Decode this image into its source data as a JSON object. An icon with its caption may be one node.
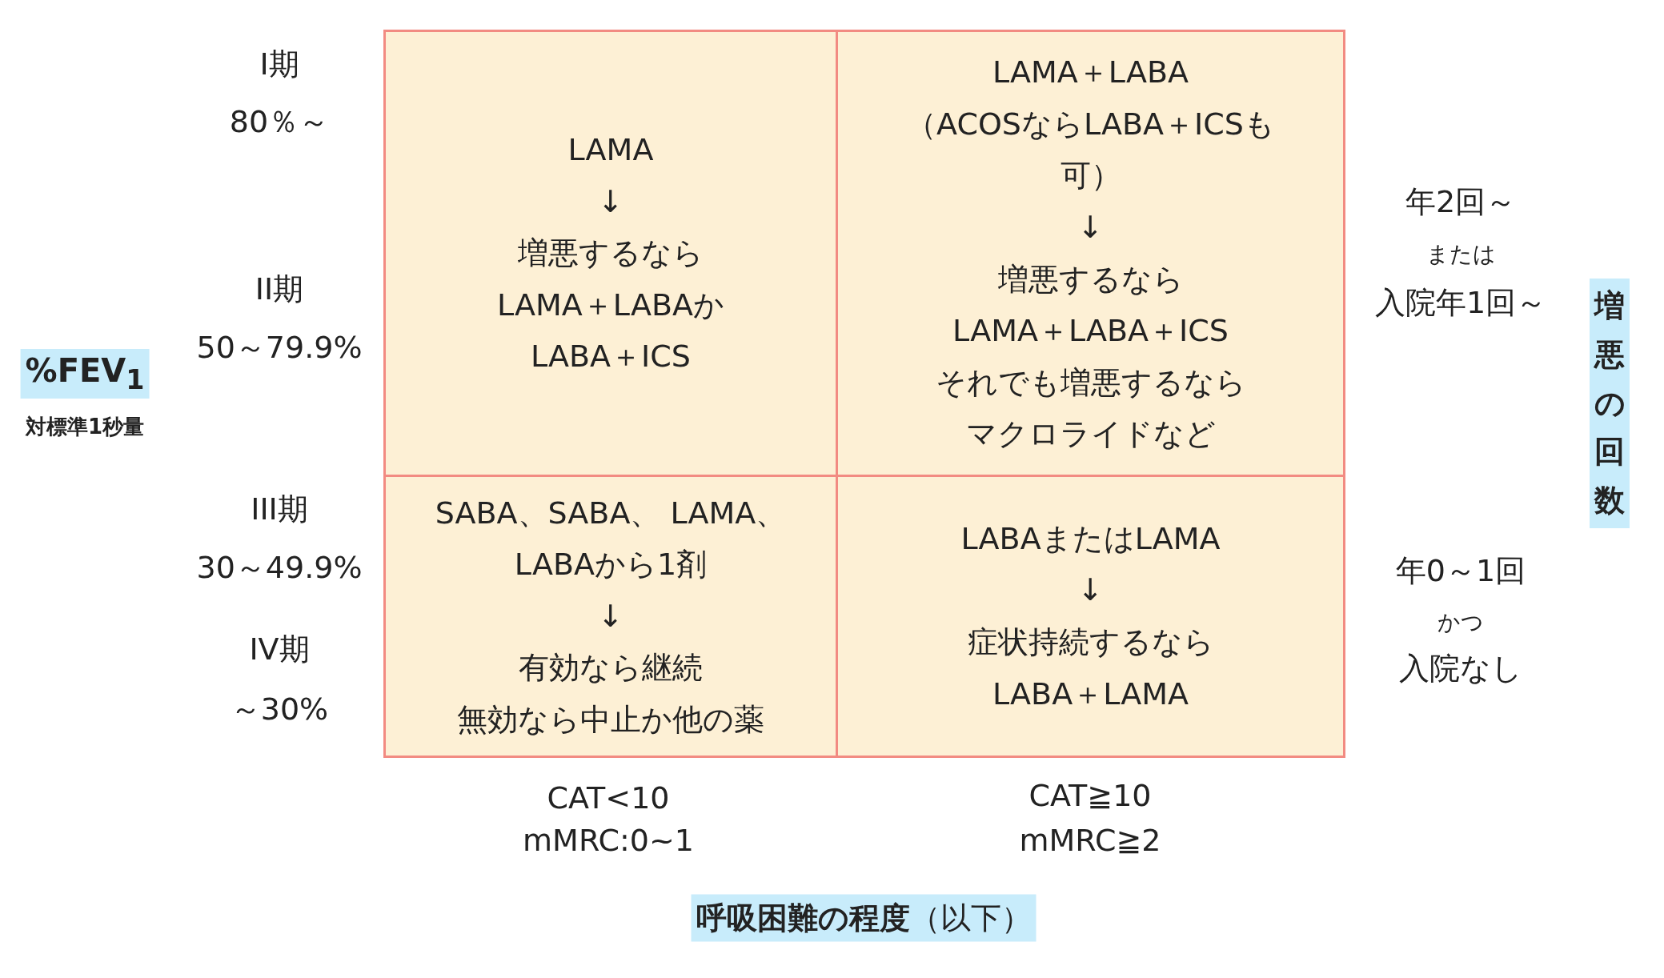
{
  "diagram": {
    "nodes": [
      {
        "text": [
          "LAMA",
          "↓",
          "増悪するなら",
          "LAMA＋LABAか",
          "LABA＋ICS"
        ]
      },
      {
        "text": [
          "LAMA＋LABA",
          "（ACOSならLABA＋ICSも可）",
          "↓",
          "増悪するなら",
          "LAMA＋LABA＋ICS",
          "それでも増悪するなら",
          "マクロライドなど"
        ]
      },
      {
        "text": [
          "SABA、SABA、 LAMA、LABAから1剤",
          "↓",
          "有効なら継続",
          "無効なら中止か他の薬"
        ]
      },
      {
        "text": [
          "LABAまたはLAMA",
          "↓",
          "症状持続するなら",
          "LABA＋LAMA"
        ]
      }
    ],
    "labels": [
      "I期",
      "80％～",
      "II期",
      "50～79.9%",
      "III期",
      "30～49.9%",
      "IV期",
      "～30%",
      "%FEV$_{1}$",
      "対標準1秒量",
      "年2回～",
      "または",
      "入院年1回～",
      "年0～1回",
      "かつ",
      "入院なし",
      "増悪の回数",
      "CAT<10",
      "mMRC:0~1",
      "CAT≧10",
      "mMRC≧2",
      "**呼吸困難の程度**（以下）"
    ]
  }
}
